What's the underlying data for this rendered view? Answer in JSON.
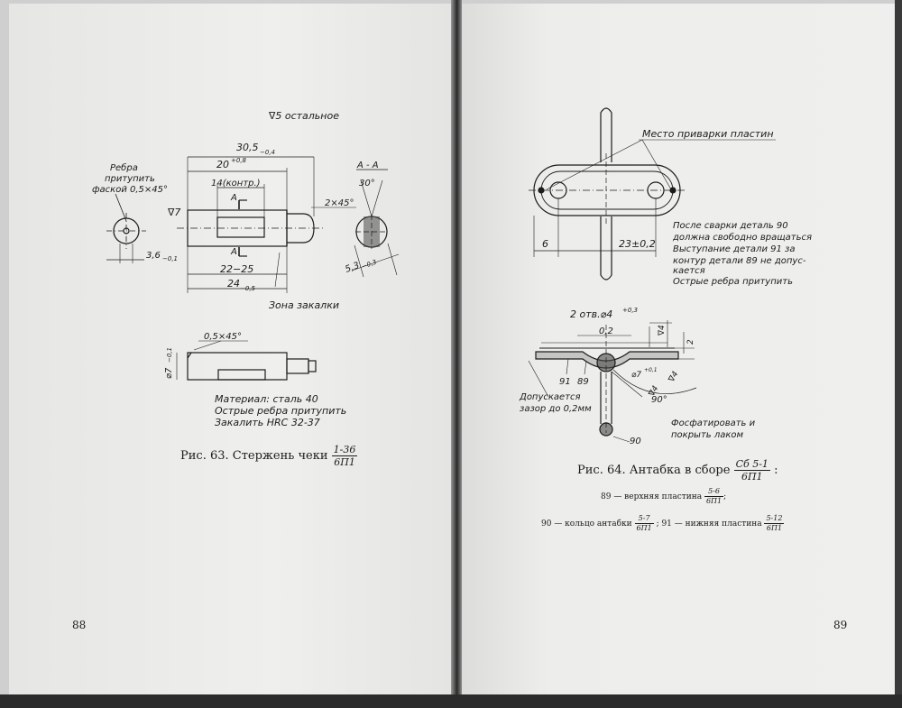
{
  "left_page": {
    "page_number": "88",
    "surface_note": "∇5 остальное",
    "labels": {
      "edge_note": [
        "Ребра",
        "притупить",
        "фаской 0,5×45°"
      ],
      "dim_30_5": "30,5",
      "dim_30_5_tol": "−0,4",
      "dim_20": "20",
      "dim_20_tol": "+0,8",
      "dim_14": "14(контр.)",
      "section_a_top": "А",
      "section_a_bottom": "А",
      "surface_7": "∇7",
      "chamfer_2x45": "2×45°",
      "section_aa": "А - А",
      "angle_30": "30°",
      "dim_3_6": "3,6",
      "dim_3_6_tol": "−0,1",
      "dim_22_25": "22−25",
      "dim_24": "24",
      "dim_24_tol": "−0,5",
      "dim_5_3": "5,3",
      "dim_5_3_tol": "−0,3",
      "hardening_zone": "Зона закалки",
      "chamfer_05": "0,5×45°",
      "dim_d7": "⌀7",
      "dim_d7_tol": "−0,1"
    },
    "material_notes": [
      "Материал: сталь 40",
      "Острые ребра притупить",
      "Закалить HRC 32-37"
    ],
    "caption": {
      "prefix": "Рис. 63. Стержень чеки",
      "frac_num": "1-36",
      "frac_den": "6П1"
    }
  },
  "right_page": {
    "page_number": "89",
    "labels": {
      "weld_place": "Место приварки пластин",
      "dim_6": "6",
      "dim_23": "23±0,2",
      "holes": "2 отв.⌀4",
      "holes_tol": "+0,3",
      "dim_0_2": "0,2",
      "dim_2": "2",
      "dim_d4": "∇4",
      "dim_d7": "⌀7",
      "dim_d7_tol": "+0,1",
      "pos_91": "91",
      "pos_89": "89",
      "pos_90": "90",
      "angle_90": "90°",
      "dim_d4_b": "∇4",
      "dim_d4_c": "∇4"
    },
    "weld_notes": [
      "После сварки деталь 90",
      "должна свободно вращаться",
      "Выступание детали 91 за",
      "контур детали 89 не допус-",
      "кается",
      "Острые ребра притупить"
    ],
    "gap_note": [
      "Допускается",
      "зазор до 0,2мм"
    ],
    "finish_note": [
      "Фосфатировать и",
      "покрыть лаком"
    ],
    "caption": {
      "prefix": "Рис. 64. Антабка в сборе",
      "frac_num": "Сб 5-1",
      "frac_den": "6П1",
      "suffix": ":"
    },
    "legend": {
      "line1_text": "89 — верхняя пластина",
      "line1_num": "5-6",
      "line1_den": "6П1",
      "line1_suffix": ";",
      "line2_text_a": "90 — кольцо антабки",
      "line2_num_a": "5-7",
      "line2_den_a": "6П1",
      "line2_sep": "; 91 — нижняя пластина",
      "line2_num_b": "5-12",
      "line2_den_b": "6П1"
    }
  }
}
